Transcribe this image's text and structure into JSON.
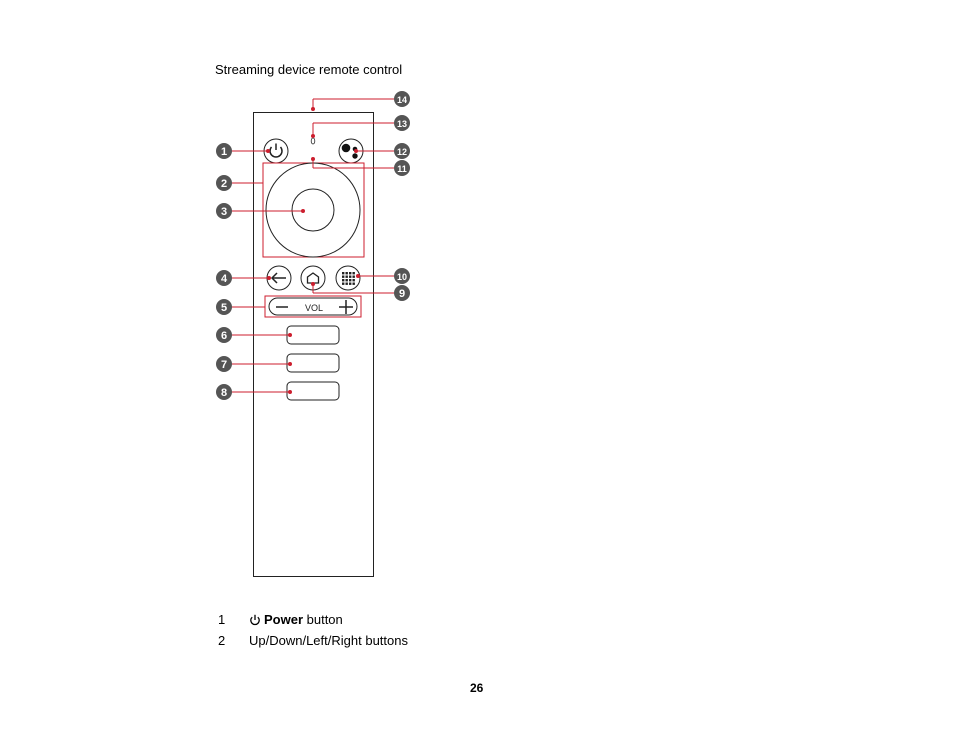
{
  "title": "Streaming device remote control",
  "remote": {
    "vol_label": "VOL",
    "callouts": [
      "1",
      "2",
      "3",
      "4",
      "5",
      "6",
      "7",
      "8",
      "9",
      "10",
      "11",
      "12",
      "13",
      "14"
    ]
  },
  "legend": [
    {
      "number": "1",
      "icon": "power-icon",
      "bold": "Power",
      "text": " button"
    },
    {
      "number": "2",
      "icon": "",
      "bold": "",
      "text": "Up/Down/Left/Right buttons"
    }
  ],
  "page_number": "26",
  "colors": {
    "callout_line": "#cc1e2e",
    "callout_badge": "#555555",
    "outline": "#222222"
  }
}
